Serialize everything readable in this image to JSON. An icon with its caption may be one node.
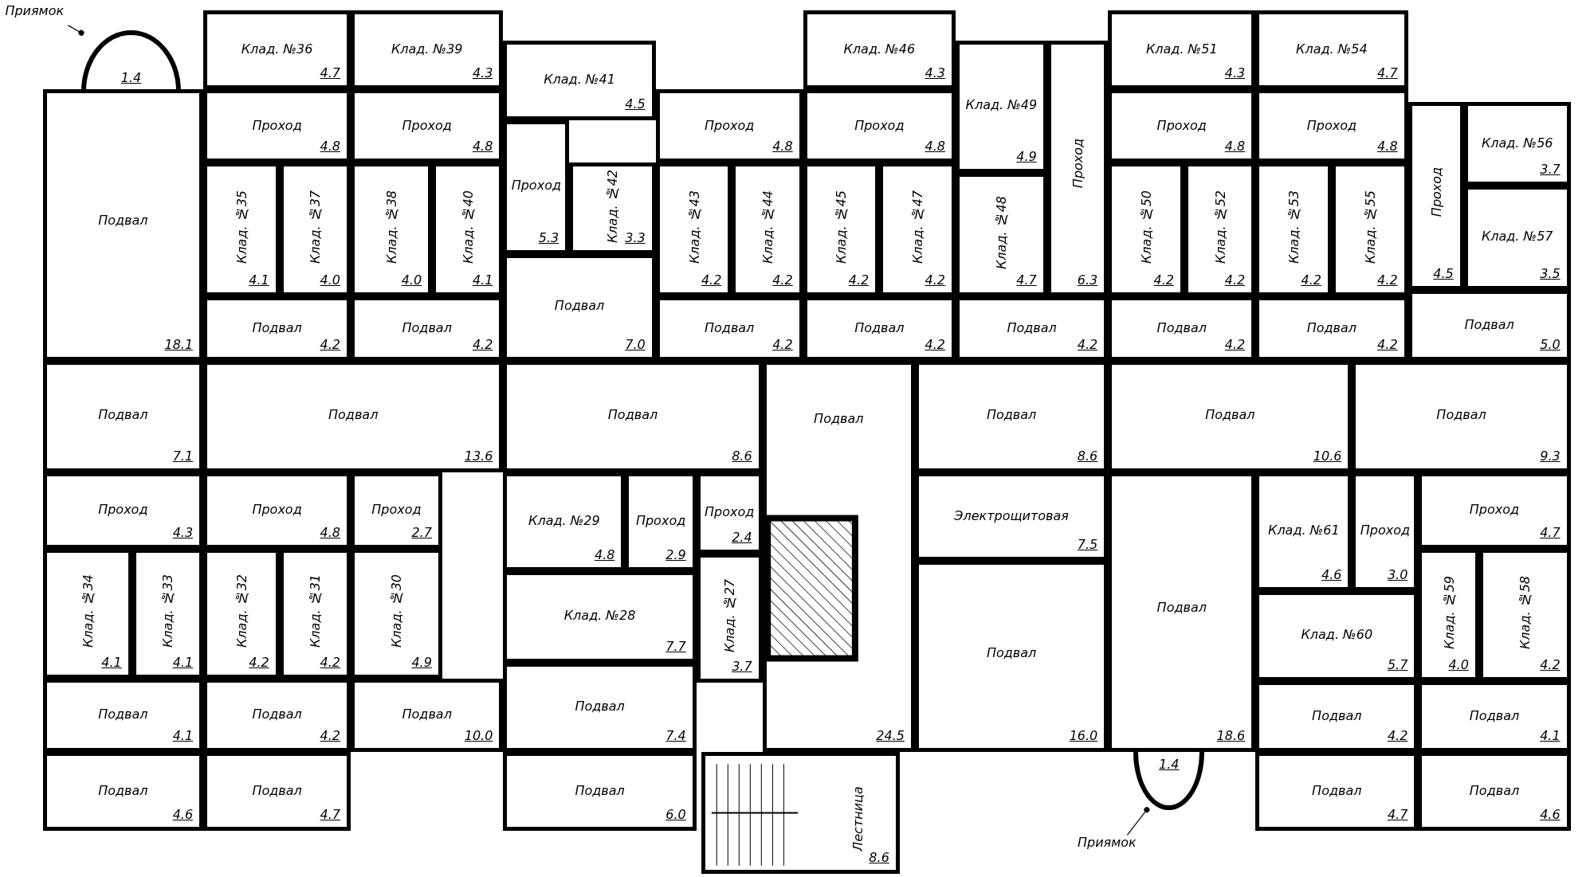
{
  "diagram": {
    "nodes": [
      {
        "text": [
          "Приямок"
        ]
      },
      {
        "text": [
          "1.4"
        ]
      },
      {
        "text": [
          "Подвал",
          "18.1"
        ]
      },
      {
        "text": [
          "Клад. №36",
          "4.7"
        ]
      },
      {
        "text": [
          "Клад. №39",
          "4.3"
        ]
      },
      {
        "text": [
          "Проход",
          "4.8"
        ]
      },
      {
        "text": [
          "Проход",
          "4.8"
        ]
      },
      {
        "text": [
          "Клад. №35",
          "4.1"
        ]
      },
      {
        "text": [
          "Клад. №37",
          "4.0"
        ]
      },
      {
        "text": [
          "Клад. №38",
          "4.0"
        ]
      },
      {
        "text": [
          "Клад. №40",
          "4.1"
        ]
      },
      {
        "text": [
          "Подвал",
          "4.2"
        ]
      },
      {
        "text": [
          "Подвал",
          "4.2"
        ]
      },
      {
        "text": [
          "Клад. №41",
          "4.5"
        ]
      },
      {
        "text": [
          "Проход",
          "5.3"
        ]
      },
      {
        "text": [
          "Клад. №42",
          "3.3"
        ]
      },
      {
        "text": [
          "Подвал",
          "7.0"
        ]
      },
      {
        "text": [
          "Проход",
          "4.8"
        ]
      },
      {
        "text": [
          "Клад. №43",
          "4.2"
        ]
      },
      {
        "text": [
          "Клад. №44",
          "4.2"
        ]
      },
      {
        "text": [
          "Подвал",
          "4.2"
        ]
      },
      {
        "text": [
          "Клад. №46",
          "4.3"
        ]
      },
      {
        "text": [
          "Проход",
          "4.8"
        ]
      },
      {
        "text": [
          "Клад. №45",
          "4.2"
        ]
      },
      {
        "text": [
          "Клад. №47",
          "4.2"
        ]
      },
      {
        "text": [
          "Подвал",
          "4.2"
        ]
      },
      {
        "text": [
          "Клад. №49",
          "4.9"
        ]
      },
      {
        "text": [
          "Клад. №48",
          "4.7"
        ]
      },
      {
        "text": [
          "Проход",
          "6.3"
        ]
      },
      {
        "text": [
          "Подвал",
          "4.2"
        ]
      },
      {
        "text": [
          "Клад. №51",
          "4.3"
        ]
      },
      {
        "text": [
          "Клад. №54",
          "4.7"
        ]
      },
      {
        "text": [
          "Проход",
          "4.8"
        ]
      },
      {
        "text": [
          "Проход",
          "4.8"
        ]
      },
      {
        "text": [
          "Клад. №50",
          "4.2"
        ]
      },
      {
        "text": [
          "Клад. №52",
          "4.2"
        ]
      },
      {
        "text": [
          "Клад. №53",
          "4.2"
        ]
      },
      {
        "text": [
          "Клад. №55",
          "4.2"
        ]
      },
      {
        "text": [
          "Подвал",
          "4.2"
        ]
      },
      {
        "text": [
          "Подвал",
          "4.2"
        ]
      },
      {
        "text": [
          "Проход",
          "4.5"
        ]
      },
      {
        "text": [
          "Клад. №56",
          "3.7"
        ]
      },
      {
        "text": [
          "Клад. №57",
          "3.5"
        ]
      },
      {
        "text": [
          "Подвал",
          "5.0"
        ]
      },
      {
        "text": [
          "Подвал",
          "7.1"
        ]
      },
      {
        "text": [
          "Подвал",
          "13.6"
        ]
      },
      {
        "text": [
          "Подвал",
          "8.6"
        ]
      },
      {
        "text": [
          "Подвал",
          "24.5"
        ]
      },
      {
        "text": [
          "Подвал",
          "8.6"
        ]
      },
      {
        "text": [
          "Подвал",
          "10.6"
        ]
      },
      {
        "text": [
          "Подвал",
          "9.3"
        ]
      },
      {
        "text": [
          "Проход",
          "4.3"
        ]
      },
      {
        "text": [
          "Проход",
          "4.8"
        ]
      },
      {
        "text": [
          "Проход",
          "2.7"
        ]
      },
      {
        "text": [
          "Клад. №34",
          "4.1"
        ]
      },
      {
        "text": [
          "Клад. №33",
          "4.1"
        ]
      },
      {
        "text": [
          "Клад. №32",
          "4.2"
        ]
      },
      {
        "text": [
          "Клад. №31",
          "4.2"
        ]
      },
      {
        "text": [
          "Клад. №30",
          "4.9"
        ]
      },
      {
        "text": [
          "Подвал",
          "4.1"
        ]
      },
      {
        "text": [
          "Подвал",
          "4.2"
        ]
      },
      {
        "text": [
          "Подвал",
          "10.0"
        ]
      },
      {
        "text": [
          "Подвал",
          "4.6"
        ]
      },
      {
        "text": [
          "Подвал",
          "4.7"
        ]
      },
      {
        "text": [
          "Клад. №29",
          "4.8"
        ]
      },
      {
        "text": [
          "Проход",
          "2.9"
        ]
      },
      {
        "text": [
          "Клад. №28",
          "7.7"
        ]
      },
      {
        "text": [
          "Проход",
          "2.4"
        ]
      },
      {
        "text": [
          "Клад. №27",
          "3.7"
        ]
      },
      {
        "text": [
          "Подвал",
          "7.4"
        ]
      },
      {
        "text": [
          "Подвал",
          "6.0"
        ]
      },
      {
        "text": [
          "Лестница",
          "8.6"
        ]
      },
      {
        "text": [
          "Электрощитовая",
          "7.5"
        ]
      },
      {
        "text": [
          "Подвал",
          "16.0"
        ]
      },
      {
        "text": [
          "Подвал",
          "18.6"
        ]
      },
      {
        "text": [
          "1.4"
        ]
      },
      {
        "text": [
          "Приямок"
        ]
      },
      {
        "text": [
          "Клад. №61",
          "4.6"
        ]
      },
      {
        "text": [
          "Проход",
          "3.0"
        ]
      },
      {
        "text": [
          "Клад. №60",
          "5.7"
        ]
      },
      {
        "text": [
          "Проход",
          "4.7"
        ]
      },
      {
        "text": [
          "Клад. №59",
          "4.0"
        ]
      },
      {
        "text": [
          "Клад. №58",
          "4.2"
        ]
      },
      {
        "text": [
          "Подвал",
          "4.2"
        ]
      },
      {
        "text": [
          "Подвал",
          "4.1"
        ]
      },
      {
        "text": [
          "Подвал",
          "4.7"
        ]
      },
      {
        "text": [
          "Подвал",
          "4.6"
        ]
      }
    ],
    "edges": [
      {
        "from": 0,
        "to": 1,
        "arrow": "other"
      },
      {
        "from": 76,
        "to": 75,
        "arrow": "other"
      }
    ]
  }
}
